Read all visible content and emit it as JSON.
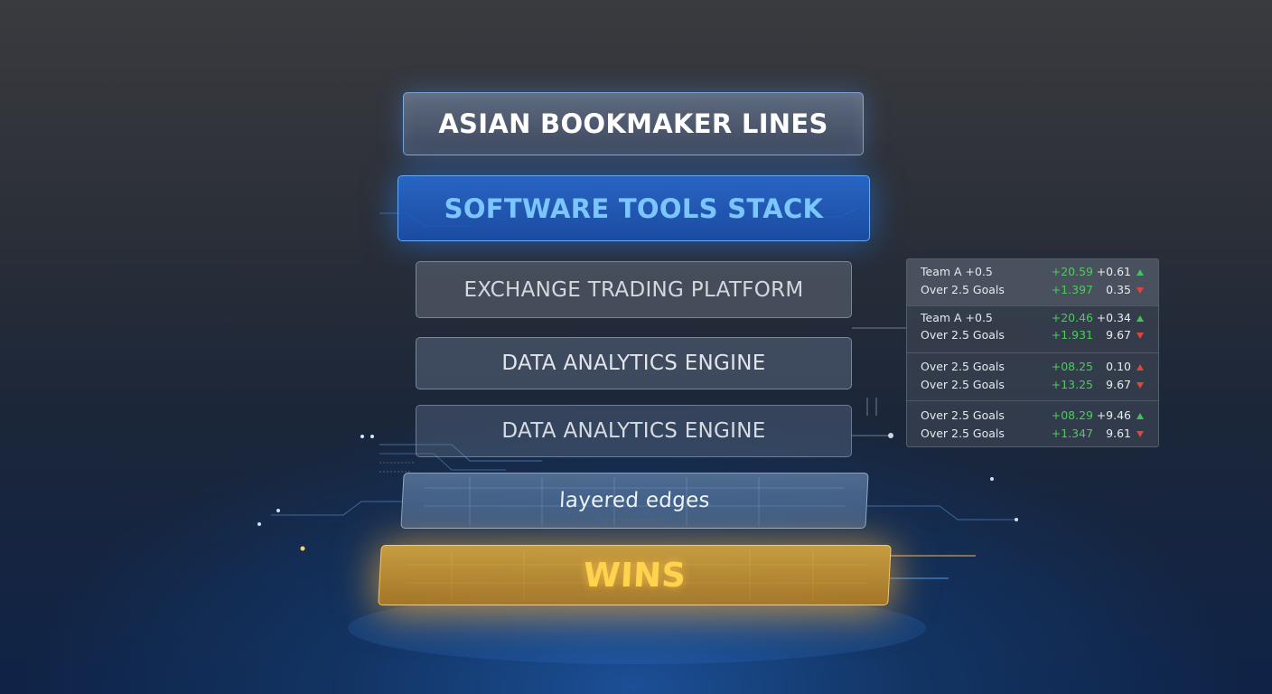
{
  "layers": {
    "asian": "ASIAN BOOKMAKER LINES",
    "software": "SOFTWARE TOOLS STACK",
    "exchange": "EXCHANGE TRADING PLATFORM",
    "analytics1": "DATA ANALYTICS ENGINE",
    "analytics2": "DATA ANALYTICS ENGINE",
    "edges": "layered edges",
    "wins": "WINS"
  },
  "odds_panel": {
    "groups": [
      {
        "rows": [
          {
            "label": "Team A +0.5",
            "v1": "+20.59",
            "v2": "+0.61",
            "trend": "up"
          },
          {
            "label": "Over 2.5 Goals",
            "v1": "+1.397",
            "v2": "0.35",
            "trend": "down"
          }
        ]
      },
      {
        "rows": [
          {
            "label": "Team A +0.5",
            "v1": "+20.46",
            "v2": "+0.34",
            "trend": "up"
          },
          {
            "label": "Over 2.5 Goals",
            "v1": "+1.931",
            "v2": "9.67",
            "trend": "down"
          }
        ]
      },
      {
        "rows": [
          {
            "label": "Over 2.5 Goals",
            "v1": "+08.25",
            "v2": "0.10",
            "trend": "up-red"
          },
          {
            "label": "Over 2.5 Goals",
            "v1": "+13.25",
            "v2": "9.67",
            "trend": "down"
          }
        ]
      },
      {
        "rows": [
          {
            "label": "Over 2.5 Goals",
            "v1": "+08.29",
            "v2": "+9.46",
            "trend": "up"
          },
          {
            "label": "Over 2.5 Goals",
            "v1": "+1.347",
            "v2": "9.61",
            "trend": "down"
          }
        ]
      }
    ]
  },
  "colors": {
    "gain": "#4ccb5a",
    "up_arrow": "#43c15a",
    "down_arrow": "#e0443c",
    "highlight_blue": "#7cc6ff",
    "wins_gold": "#ffd34d"
  }
}
